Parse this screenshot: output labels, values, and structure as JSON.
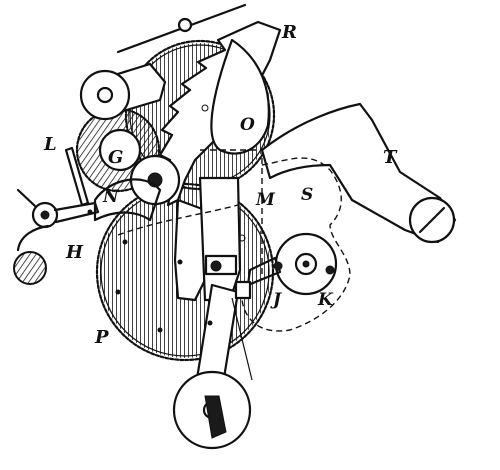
{
  "labels": {
    "R": "R",
    "O": "O",
    "T": "T",
    "L": "L",
    "G": "G",
    "N": "N",
    "M": "M",
    "S": "S",
    "H": "H",
    "J": "J",
    "K": "K",
    "P": "P"
  },
  "colors": {
    "ink": "#111111",
    "paper": "#ffffff"
  }
}
